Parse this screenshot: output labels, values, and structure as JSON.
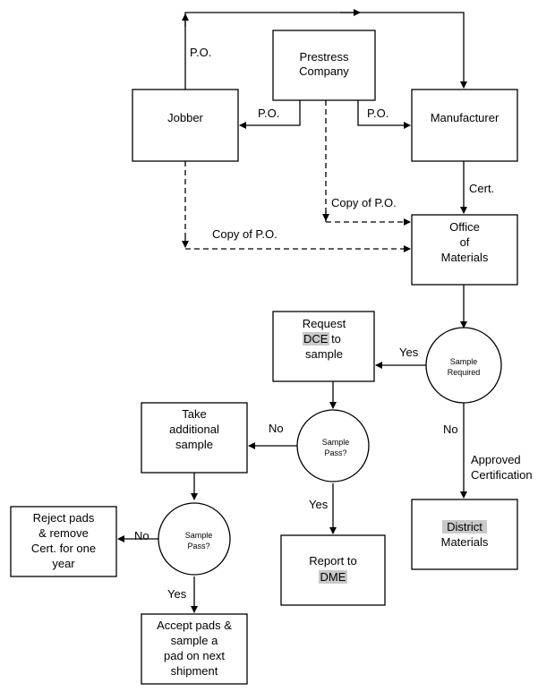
{
  "nodes": {
    "prestress": [
      "Prestress",
      "Company"
    ],
    "jobber": [
      "Jobber"
    ],
    "manufacturer": [
      "Manufacturer"
    ],
    "office": [
      "Office",
      "of",
      "Materials"
    ],
    "request_pre": "Request",
    "request_hl": "DCE",
    "request_post": " to",
    "request_line3": "sample",
    "sample_required": [
      "Sample",
      "Required"
    ],
    "take_additional": [
      "Take",
      "additional",
      "sample"
    ],
    "sample_pass_1": [
      "Sample",
      "Pass?"
    ],
    "sample_pass_2": [
      "Sample",
      "Pass?"
    ],
    "district_hl": "District",
    "district_line2": "Materials",
    "report_line1": "Report to",
    "report_hl": "DME",
    "reject": [
      "Reject pads",
      "& remove",
      "Cert. for one",
      "year"
    ],
    "accept": [
      "Accept pads &",
      "sample a",
      "pad on next",
      "shipment"
    ]
  },
  "edges": {
    "po_top": "P.O.",
    "po_jobber": "P.O.",
    "po_manufacturer": "P.O.",
    "cert": "Cert.",
    "copy_po_1": "Copy of P.O.",
    "copy_po_2": "Copy of P.O.",
    "yes_request": "Yes",
    "no_approved": "No",
    "approved": [
      "Approved",
      "Certification"
    ],
    "no_take": "No",
    "yes_report": "Yes",
    "no_reject": "No",
    "yes_accept": "Yes"
  }
}
